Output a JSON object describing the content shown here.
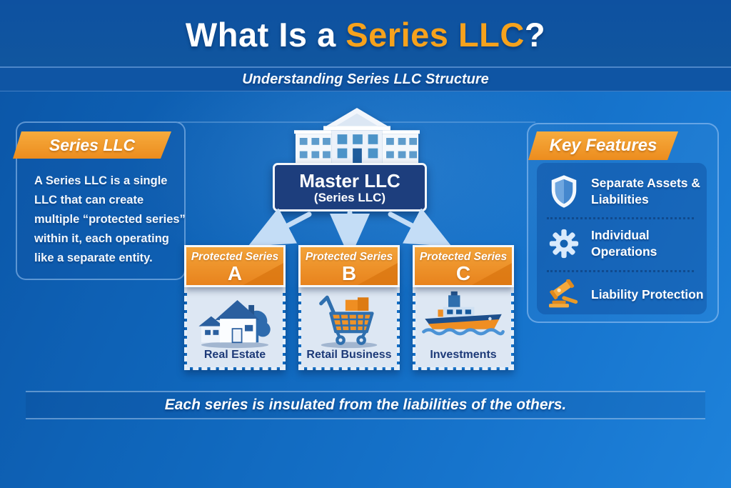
{
  "colors": {
    "accent_orange": "#F6A21C",
    "ribbon_orange_top": "#F6AB3D",
    "ribbon_orange_bottom": "#EC8C1E",
    "swoosh_orange": "#D97510",
    "header_blue": "#0F55A4",
    "background_blue": "#1470C8",
    "navy_box": "#1D3E7D",
    "card_light": "#DDE7F3",
    "label_navy": "#1D3A78",
    "arrow_blue": "#C4DDF6"
  },
  "header": {
    "title_prefix": "What Is a ",
    "title_highlight": "Series LLC",
    "title_suffix": "?",
    "subtitle": "Understanding Series LLC Structure"
  },
  "left_panel": {
    "ribbon_label": "Series LLC",
    "description": "A Series LLC is a single LLC that can create multiple “protected series” within it, each operating like a separate entity."
  },
  "diagram": {
    "building_icon": "bank-building-icon",
    "master_title": "Master LLC",
    "master_subtitle": "(Series LLC)",
    "series": [
      {
        "header": "Protected Series",
        "letter": "A",
        "label": "Real Estate",
        "icon": "house-icon"
      },
      {
        "header": "Protected Series",
        "letter": "B",
        "label": "Retail Business",
        "icon": "shopping-cart-icon"
      },
      {
        "header": "Protected Series",
        "letter": "C",
        "label": "Investments",
        "icon": "ship-icon"
      }
    ]
  },
  "key_features": {
    "ribbon_label": "Key Features",
    "items": [
      {
        "icon": "shield-icon",
        "label": "Separate Assets & Liabilities"
      },
      {
        "icon": "gear-icon",
        "label": "Individual Operations"
      },
      {
        "icon": "gavel-icon",
        "label": "Liability Protection"
      }
    ]
  },
  "footer": {
    "note": "Each series is insulated from the liabilities of the others."
  }
}
